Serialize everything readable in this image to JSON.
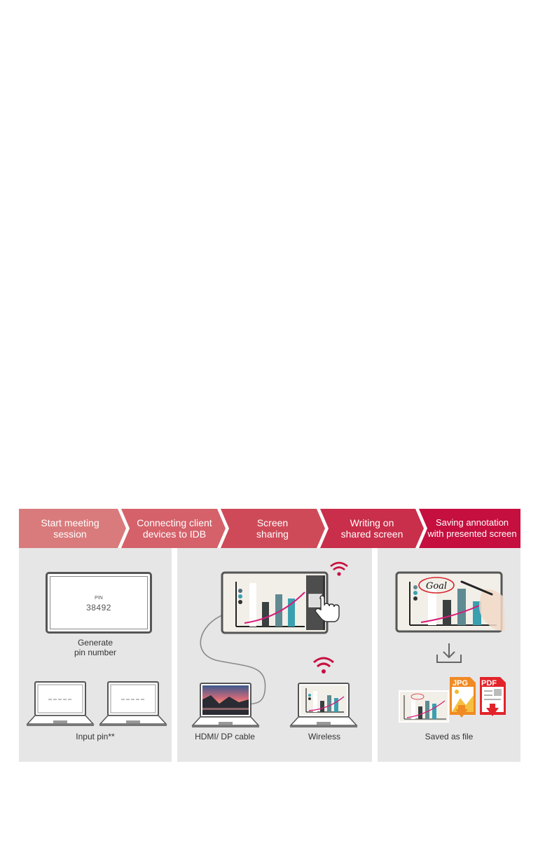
{
  "steps": [
    {
      "line1": "Start meeting",
      "line2": "session",
      "color": "#d97b7c"
    },
    {
      "line1": "Connecting client",
      "line2": "devices to IDB",
      "color": "#d5616a"
    },
    {
      "line1": "Screen",
      "line2": "sharing",
      "color": "#cf4a58"
    },
    {
      "line1": "Writing on",
      "line2": "shared screen",
      "color": "#c92e4a"
    },
    {
      "line1": "Saving annotation",
      "line2": "with presented screen",
      "color": "#c50f3e"
    }
  ],
  "panel1": {
    "display": {
      "pin_label": "PIN",
      "pin_value": "38492"
    },
    "display_caption": {
      "line1": "Generate",
      "line2": "pin number"
    },
    "laptops_caption": "Input pin**",
    "laptop_placeholder": "_ _ _ _ _"
  },
  "panel2": {
    "cable_caption": "HDMI/ DP cable",
    "wireless_caption": "Wireless",
    "icons": [
      "wifi-icon",
      "touch-hand-icon"
    ]
  },
  "panel3": {
    "annotation_text": "Goal",
    "saved_caption": "Saved as file",
    "file_types": [
      "JPG",
      "PDF"
    ],
    "colors": {
      "jpg": "#f08a24",
      "pdf": "#e2232a"
    }
  },
  "colors": {
    "panel_bg": "#e6e6e7",
    "wifi": "#c8103f",
    "curve": "#d81b7a",
    "teal": "#3aa0b0"
  }
}
